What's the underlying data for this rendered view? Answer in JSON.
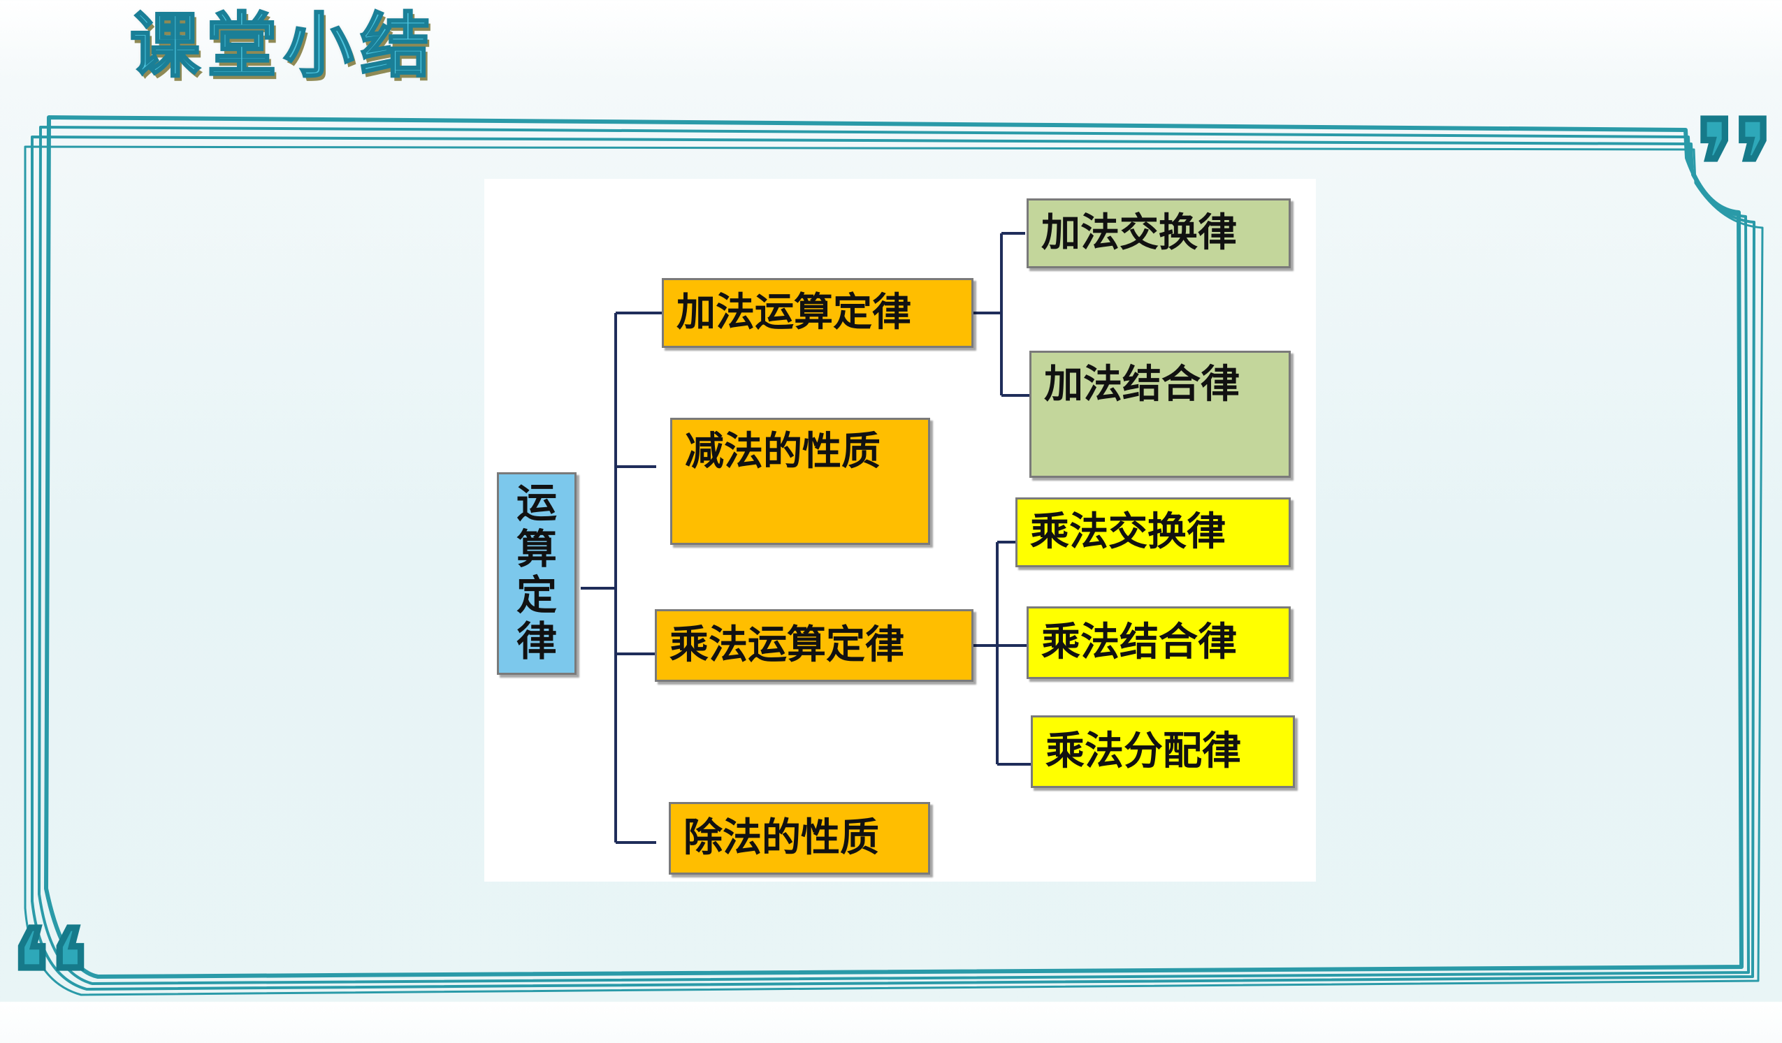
{
  "title": "课堂小结",
  "decorations": {
    "quote_open": "❛❛",
    "quote_close": "❜❜"
  },
  "colors": {
    "frame": "#2a9aa8",
    "root_fill": "#7cc8ec",
    "level1_fill": "#ffbe00",
    "addition_laws_fill": "#c3d69b",
    "multiplication_laws_fill": "#ffff00",
    "connector": "#1f2d5a"
  },
  "mindmap": {
    "root": "运算定律",
    "branches": [
      {
        "label": "加法运算定律",
        "children": [
          "加法交换律",
          "加法结合律"
        ]
      },
      {
        "label": "减法的性质",
        "children": []
      },
      {
        "label": "乘法运算定律",
        "children": [
          "乘法交换律",
          "乘法结合律",
          "乘法分配律"
        ]
      },
      {
        "label": "除法的性质",
        "children": []
      }
    ]
  }
}
